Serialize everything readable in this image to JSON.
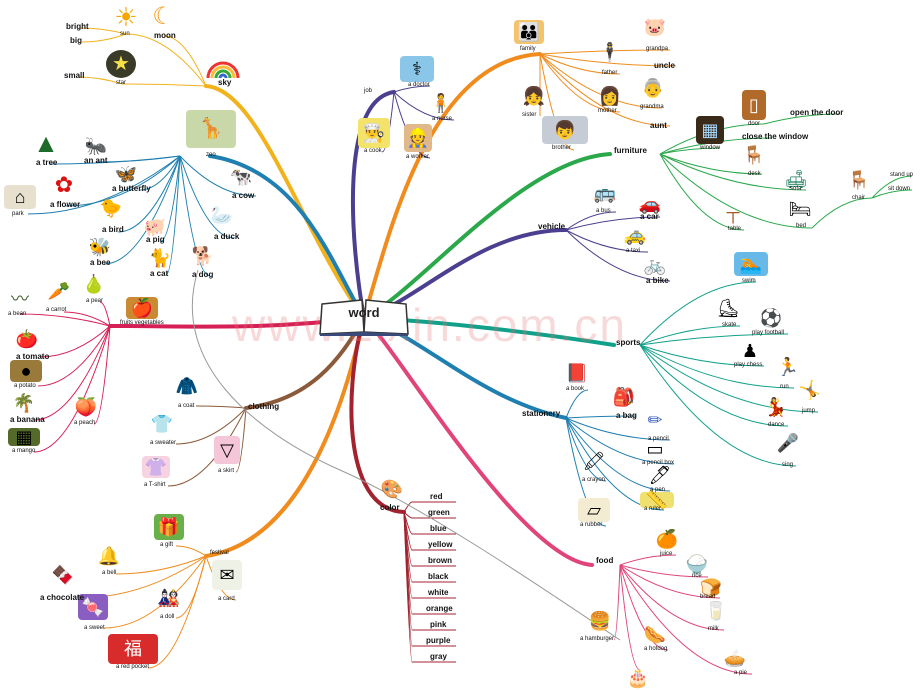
{
  "center": "word",
  "watermark": "www.zixin.com.cn",
  "sky": {
    "label": "sky",
    "items": [
      "sun",
      "moon",
      "star"
    ],
    "adjectives": [
      "bright",
      "big",
      "small"
    ],
    "color": "#f2b21c"
  },
  "zoo": {
    "label": "zoo",
    "items": [
      "a tree",
      "an ant",
      "a butterfly",
      "park",
      "a flower",
      "a bird",
      "a pig",
      "a bee",
      "a cat",
      "a cow",
      "a duck",
      "a dog"
    ],
    "color": "#1f7fb0"
  },
  "fruits": {
    "label": "fruits vegetables",
    "items": [
      "a bean",
      "a carrot",
      "a pear",
      "a tomato",
      "a potato",
      "a banana",
      "a peach",
      "a mango"
    ],
    "color": "#d61f55"
  },
  "clothing": {
    "label": "clothing",
    "items": [
      "a coat",
      "a sweater",
      "a skirt",
      "a T-shirt"
    ],
    "color": "#8a5a3a"
  },
  "festival": {
    "label": "festival",
    "items": [
      "a gift",
      "a bell",
      "a card",
      "a chocolate",
      "a sweet",
      "a doll",
      "a red pocket"
    ],
    "color": "#f08c1e"
  },
  "job": {
    "label": "job",
    "items": [
      "a doctor",
      "a nurse",
      "a cook",
      "a worker"
    ],
    "color": "#4b3f8f"
  },
  "color": {
    "label": "color",
    "items": [
      "red",
      "green",
      "blue",
      "yellow",
      "brown",
      "black",
      "white",
      "orange",
      "pink",
      "purple",
      "gray"
    ],
    "color": "#a2232f"
  },
  "family": {
    "label": "family",
    "items": [
      "grandpa",
      "father",
      "uncle",
      "sister",
      "mother",
      "grandma",
      "brother",
      "aunt"
    ],
    "color": "#f08c1e"
  },
  "furniture": {
    "label": "furniture",
    "items": [
      "door",
      "open the door",
      "window",
      "close the window",
      "desk",
      "sofa",
      "chair",
      "stand up",
      "sit down",
      "table",
      "bed"
    ],
    "color": "#2aa84a"
  },
  "vehicle": {
    "label": "vehicle",
    "items": [
      "a bus",
      "a car",
      "a taxi",
      "a bike"
    ],
    "color": "#4b3f8f"
  },
  "sports": {
    "label": "sports",
    "items": [
      "swim",
      "skate",
      "play football",
      "play chess",
      "run",
      "jump",
      "dance",
      "sing"
    ],
    "color": "#11a08a"
  },
  "stationery": {
    "label": "stationery",
    "items": [
      "a book",
      "a bag",
      "a pencil",
      "a pencil box",
      "a crayon",
      "a pen",
      "a ruler",
      "a rubber"
    ],
    "color": "#1f7fb0"
  },
  "food": {
    "label": "food",
    "items": [
      "juice",
      "rice",
      "bread",
      "milk",
      "a hamburger",
      "a hotdog",
      "a pie"
    ],
    "color": "#e0447a"
  },
  "icons": {
    "sun": "sun-icon",
    "moon": "moon-icon",
    "star": "star-icon",
    "rainbow": "rainbow-icon",
    "zoo": "zoo-icon",
    "book": "open-book-icon"
  }
}
